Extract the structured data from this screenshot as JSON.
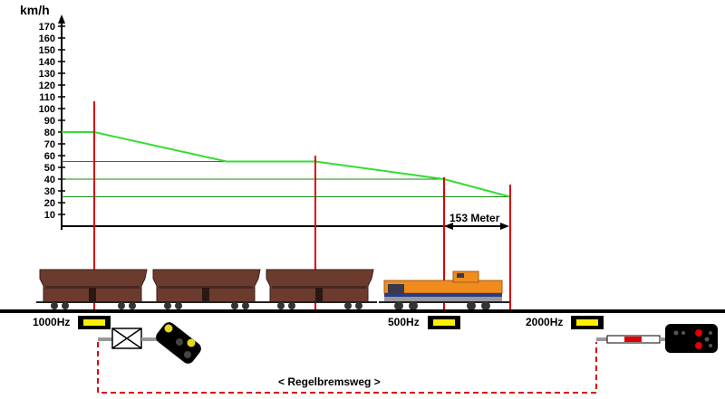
{
  "chart_data": {
    "type": "line",
    "ylabel": "km/h",
    "yticks": [
      10,
      20,
      30,
      40,
      50,
      60,
      70,
      80,
      90,
      100,
      110,
      120,
      130,
      140,
      150,
      160,
      170
    ],
    "ylim": [
      0,
      170
    ],
    "series": [
      {
        "values_kmh": [
          80,
          80,
          55,
          55,
          40,
          25
        ]
      }
    ],
    "reference_lines_kmh": [
      80,
      55,
      40,
      25
    ],
    "distance_annotation": "153 Meter"
  },
  "train": {
    "wagon_count": 3,
    "locomotive_color": "#f08c1e",
    "wagon_color": "#6b3b2e"
  },
  "magnets": [
    {
      "label": "1000Hz"
    },
    {
      "label": "500Hz"
    },
    {
      "label": "2000Hz"
    }
  ],
  "braking_distance_label": "< Regelbremsweg >",
  "colors": {
    "speed_curve": "#33dd33",
    "red_marker": "#e00000",
    "magnet_fill": "#ffee00",
    "dashed_line": "#dd0000"
  }
}
